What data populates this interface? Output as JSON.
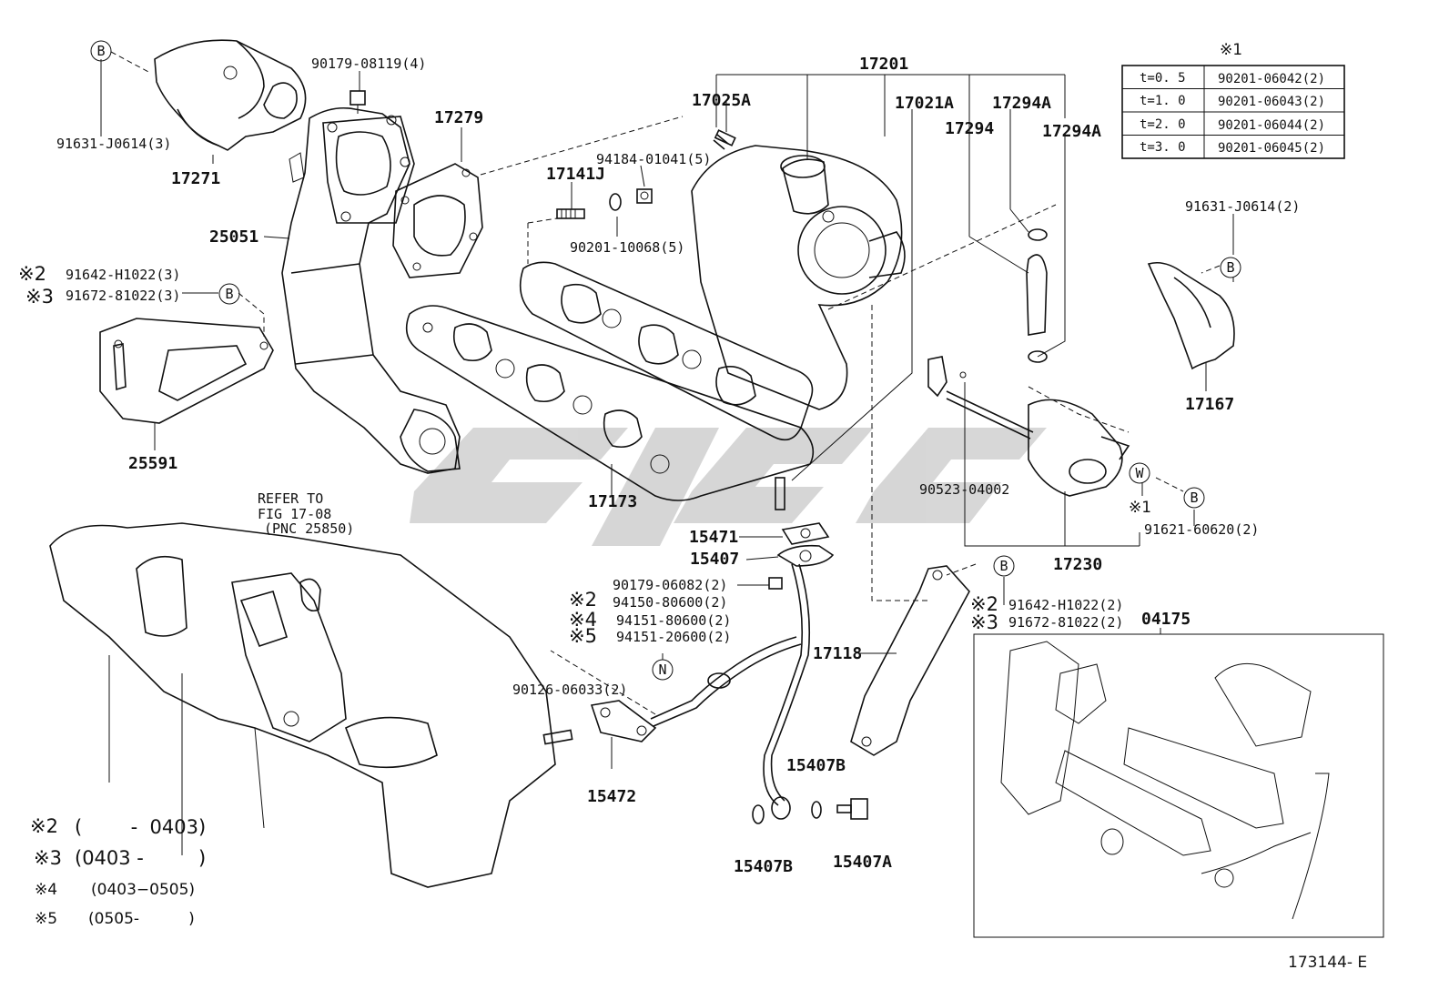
{
  "labels": {
    "p17201": "17201",
    "p17021A": "17021A",
    "p17294A_1": "17294A",
    "p17294": "17294",
    "p17294A_2": "17294A",
    "p17025A": "17025A",
    "p17279": "17279",
    "p90179_08119": "90179-08119(4)",
    "p91631_J0614_3": "91631-J0614(3)",
    "p17271": "17271",
    "p94184": "94184-01041(5)",
    "p17141J": "17141J",
    "p90201_10068": "90201-10068(5)",
    "p25051": "25051",
    "p91642_3": "91642-H1022(3)",
    "p91672_3": "91672-81022(3)",
    "mark2a": "※2",
    "mark3a": "※3",
    "p25591": "25591",
    "p17173": "17173",
    "p91631_J0614_2": "91631-J0614(2)",
    "p17167": "17167",
    "p90523": "90523-04002",
    "mark1b": "※1",
    "p91621": "91621-60620(2)",
    "p17230": "17230",
    "p15471": "15471",
    "p15407": "15407",
    "p90179_06082": "90179-06082(2)",
    "p94150": "94150-80600(2)",
    "p94151_80600": "94151-80600(2)",
    "p94151_20600": "94151-20600(2)",
    "mark2b": "※2",
    "mark4": "※4",
    "mark5": "※5",
    "p90126": "90126-06033(2)",
    "p15472": "15472",
    "p17118": "17118",
    "p91642_2": "91642-H1022(2)",
    "p91672_2": "91672-81022(2)",
    "mark2c": "※2",
    "mark3c": "※3",
    "p04175": "04175",
    "p15407B_1": "15407B",
    "p15407B_2": "15407B",
    "p15407A": "15407A",
    "refer1": "REFER TO",
    "refer2": "FIG 17-08",
    "refer3": "(PNC 25850)",
    "figcode": "173144- E"
  },
  "circles": {
    "B": "B",
    "W": "W",
    "N": "N"
  },
  "table": {
    "title": "※1",
    "rows": [
      {
        "t": "t=0. 5",
        "part": "90201-06042(2)"
      },
      {
        "t": "t=1. 0",
        "part": "90201-06043(2)"
      },
      {
        "t": "t=2. 0",
        "part": "90201-06044(2)"
      },
      {
        "t": "t=3. 0",
        "part": "90201-06045(2)"
      }
    ]
  },
  "notes": [
    {
      "mark": "※2",
      "text": "(        -  0403)"
    },
    {
      "mark": "※3",
      "text": "(0403 -         )"
    },
    {
      "mark": "※4",
      "text": "(0403−0505)"
    },
    {
      "mark": "※5",
      "text": "(0505-          )"
    }
  ]
}
